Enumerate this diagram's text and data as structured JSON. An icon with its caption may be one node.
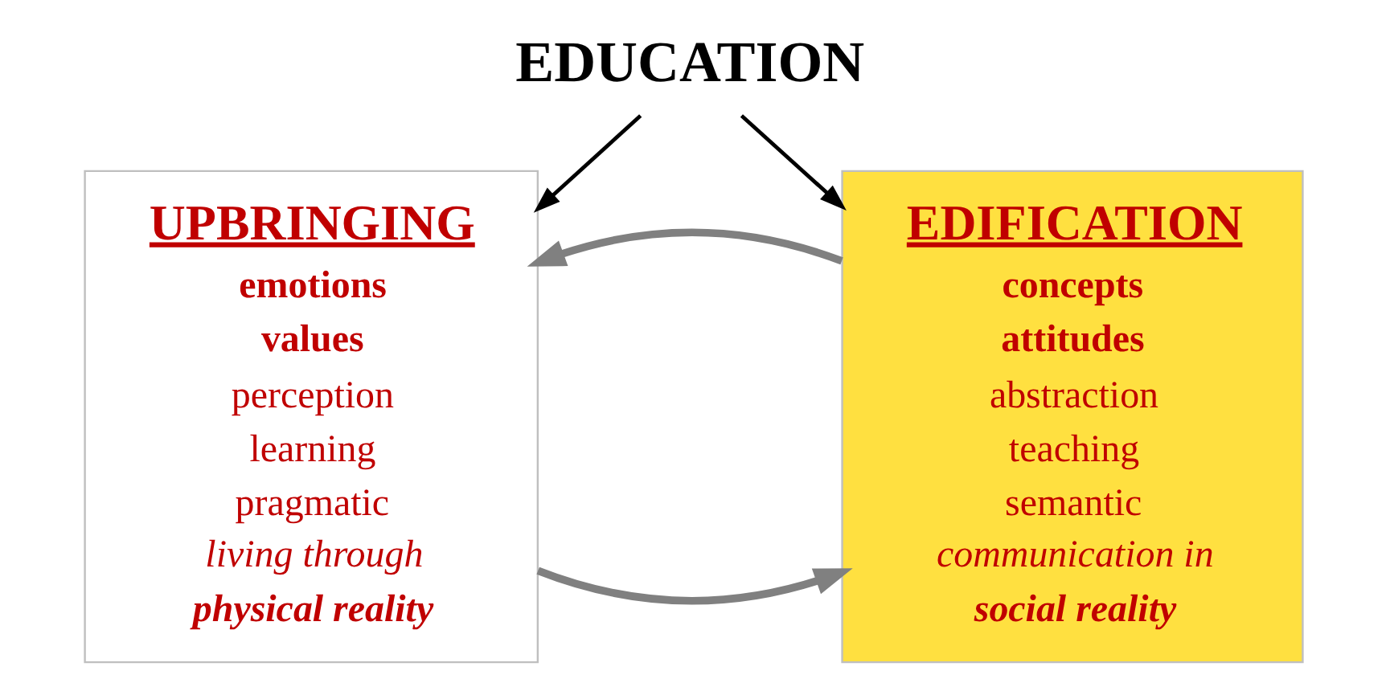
{
  "diagram": {
    "nodes": [
      {
        "text": [
          "EDUCATION"
        ]
      },
      {
        "text": [
          "UPBRINGING",
          "emotions",
          "values",
          "perception",
          "learning",
          "pragmatic",
          "living through",
          "physical reality"
        ]
      },
      {
        "text": [
          "EDIFICATION",
          "concepts",
          "attitudes",
          "abstraction",
          "teaching",
          "semantic",
          "communication in",
          "social reality"
        ]
      }
    ],
    "edges": [
      {
        "from": 0,
        "to": 1,
        "arrow": "to"
      },
      {
        "from": 0,
        "to": 2,
        "arrow": "to"
      },
      {
        "from": 1,
        "to": 2,
        "arrow": "to",
        "style": "thick",
        "color": "#808080"
      },
      {
        "from": 2,
        "to": 1,
        "arrow": "to",
        "style": "thick",
        "color": "#808080"
      }
    ]
  }
}
